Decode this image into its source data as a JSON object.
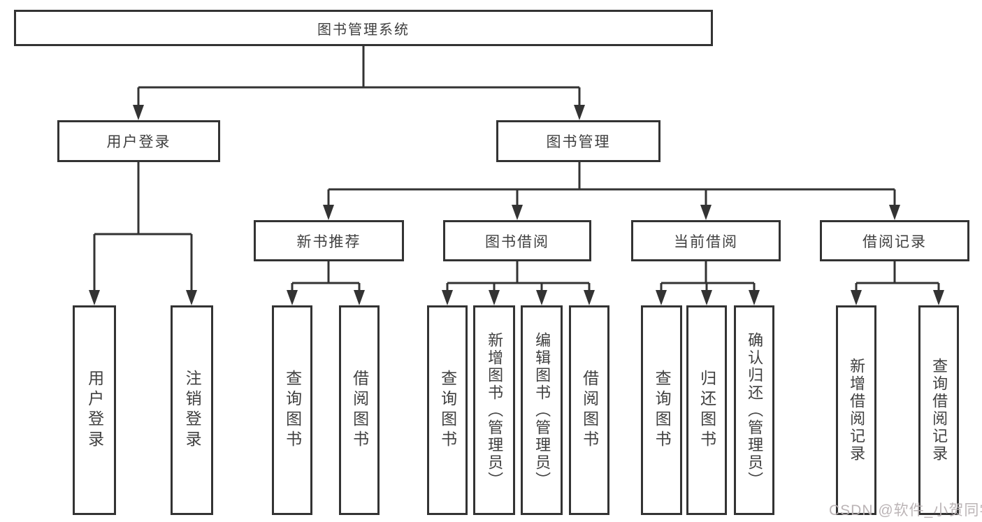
{
  "diagram": {
    "root": {
      "label": "图书管理系统",
      "children": [
        {
          "label": "用户登录",
          "children": [
            {
              "label": "用户登录"
            },
            {
              "label": "注销登录"
            }
          ]
        },
        {
          "label": "图书管理",
          "children": [
            {
              "label": "新书推荐",
              "children": [
                {
                  "label": "查询图书"
                },
                {
                  "label": "借阅图书"
                }
              ]
            },
            {
              "label": "图书借阅",
              "children": [
                {
                  "label": "查询图书"
                },
                {
                  "label": "新增图书（管理员）"
                },
                {
                  "label": "编辑图书（管理员）"
                },
                {
                  "label": "借阅图书"
                }
              ]
            },
            {
              "label": "当前借阅",
              "children": [
                {
                  "label": "查询图书"
                },
                {
                  "label": "归还图书"
                },
                {
                  "label": "确认归还（管理员）"
                }
              ]
            },
            {
              "label": "借阅记录",
              "children": [
                {
                  "label": "新增借阅记录"
                },
                {
                  "label": "查询借阅记录"
                }
              ]
            }
          ]
        }
      ]
    }
  },
  "watermark": {
    "text": "CSDN @软件_小贺同学"
  },
  "colors": {
    "line": "#333333",
    "text": "#404040",
    "background": "#ffffff",
    "watermark": "#b7b0b2"
  }
}
